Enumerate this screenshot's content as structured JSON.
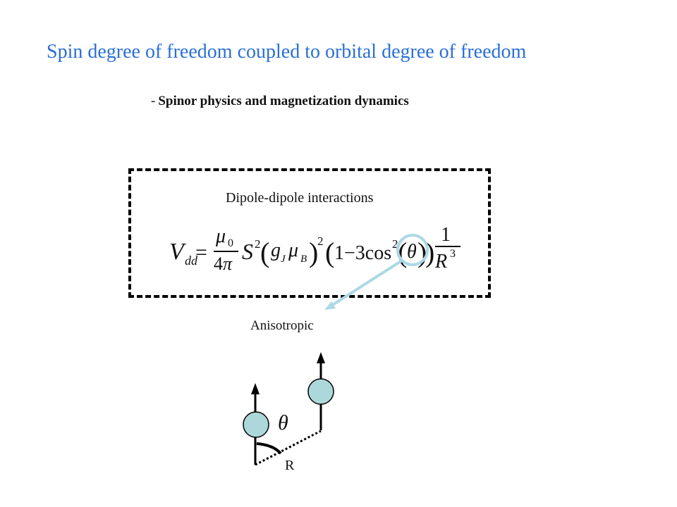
{
  "slide": {
    "title": "Spin degree of freedom coupled to orbital degree of freedom",
    "subtitle": "Spinor physics and magnetization dynamics",
    "subtitle_prefix": "-"
  },
  "box": {
    "label": "Dipole-dipole interactions",
    "formula": "V_dd = (μ0 / 4π) S² (g_J μ_B)² (1 − 3cos²(θ)) (1 / R³)"
  },
  "annotations": {
    "anisotropic": "Anisotropic",
    "distance": "R",
    "angle": "θ"
  },
  "colors": {
    "title": "#2a6fd6",
    "atom_fill": "#add8db",
    "highlight": "#add8e6"
  }
}
